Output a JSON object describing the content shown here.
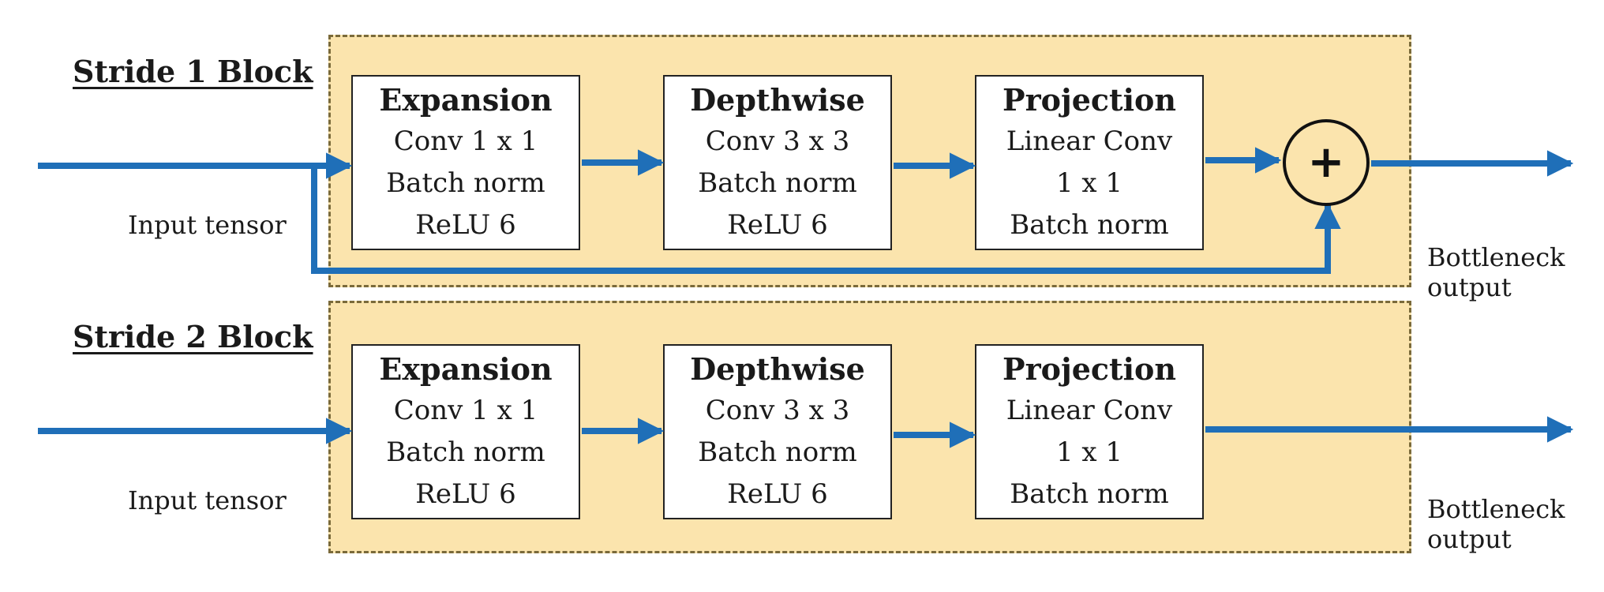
{
  "stride1": {
    "title": "Stride 1 Block",
    "input_label": "Input tensor",
    "output_label_line1": "Bottleneck",
    "output_label_line2": "output",
    "add_symbol": "+",
    "boxes": [
      {
        "title": "Expansion",
        "lines": [
          "Conv 1 x 1",
          "Batch norm",
          "ReLU 6"
        ]
      },
      {
        "title": "Depthwise",
        "lines": [
          "Conv 3 x 3",
          "Batch norm",
          "ReLU 6"
        ]
      },
      {
        "title": "Projection",
        "lines": [
          "Linear Conv",
          "1 x 1",
          "Batch norm"
        ]
      }
    ]
  },
  "stride2": {
    "title": "Stride 2 Block",
    "input_label": "Input tensor",
    "output_label_line1": "Bottleneck",
    "output_label_line2": "output",
    "boxes": [
      {
        "title": "Expansion",
        "lines": [
          "Conv 1 x 1",
          "Batch norm",
          "ReLU 6"
        ]
      },
      {
        "title": "Depthwise",
        "lines": [
          "Conv 3 x 3",
          "Batch norm",
          "ReLU 6"
        ]
      },
      {
        "title": "Projection",
        "lines": [
          "Linear Conv",
          "1 x 1",
          "Batch norm"
        ]
      }
    ]
  },
  "colors": {
    "arrow": "#1f6fb8",
    "block_fill": "#fbe4ad",
    "block_border": "#7a6a3a"
  }
}
